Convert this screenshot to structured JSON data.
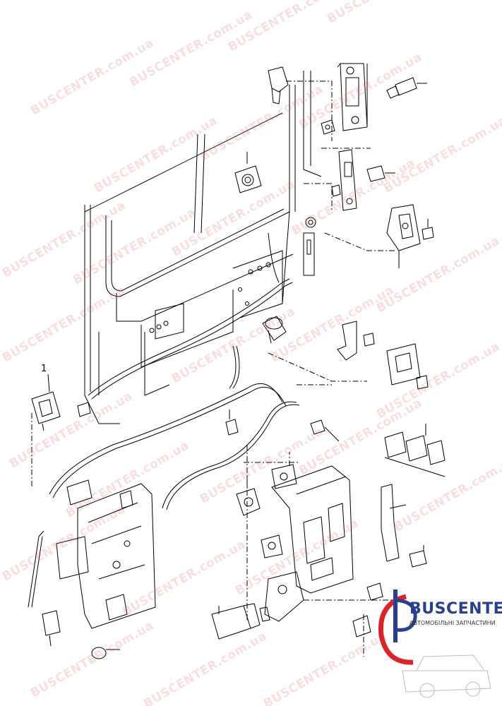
{
  "watermark": {
    "text": "BUSCENTER.com.ua",
    "color": "#dc5a5a"
  },
  "callouts": {
    "label_1": "1"
  },
  "logo": {
    "name": "BUSCENTER",
    "tagline": "АВТОМОБІЛЬНІ ЗАПЧАСТИНИ",
    "brand_color": "#2b3f8f",
    "accent_color": "#d9242b"
  }
}
